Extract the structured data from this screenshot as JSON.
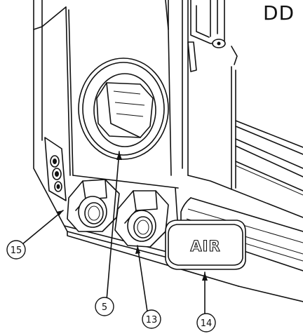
{
  "header": {
    "title_fragment": "DD"
  },
  "decal": {
    "text": "AIR"
  },
  "callouts": [
    {
      "id": "15",
      "label": "15"
    },
    {
      "id": "5",
      "label": "5"
    },
    {
      "id": "13",
      "label": "13"
    },
    {
      "id": "14",
      "label": "14"
    }
  ]
}
